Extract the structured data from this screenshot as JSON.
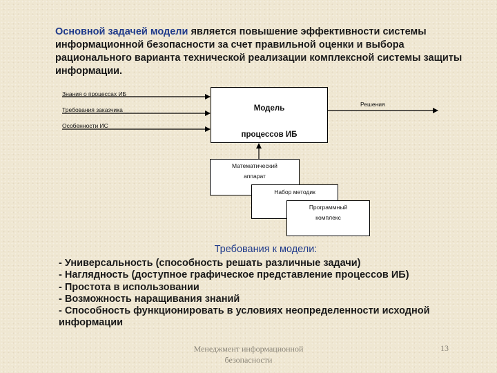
{
  "intro": {
    "highlight": "Основной задачей модели",
    "rest": " является повышение эффективности системы информационной безопасности за счет правильной оценки и выбора рационального варианта технической реализации комплексной системы защиты информации."
  },
  "diagram": {
    "inputs": [
      "Знания о процессах ИБ",
      "Требования заказчика",
      "Особенности ИС"
    ],
    "model_lines": [
      "Модель",
      "процессов ИБ"
    ],
    "output": "Решения",
    "mechanisms": [
      {
        "lines": [
          "Математический",
          "аппарат"
        ]
      },
      {
        "lines": [
          "Набор методик"
        ]
      },
      {
        "lines": [
          "Программный",
          "комплекс"
        ]
      }
    ]
  },
  "requirements": {
    "title": "Требования к модели:",
    "items": [
      "- Универсальность (способность решать различные задачи)",
      "- Наглядность (доступное графическое представление процессов ИБ)",
      "- Простота в использовании",
      "- Возможность наращивания знаний",
      "- Способность функционировать в условиях неопределенности исходной информации"
    ]
  },
  "footer": {
    "text": "Менеджмент информационной безопасности",
    "page": "13"
  },
  "colors": {
    "background": "#efe7d2",
    "accent_blue": "#1f3a8a",
    "footer_gray": "#8a8578"
  }
}
